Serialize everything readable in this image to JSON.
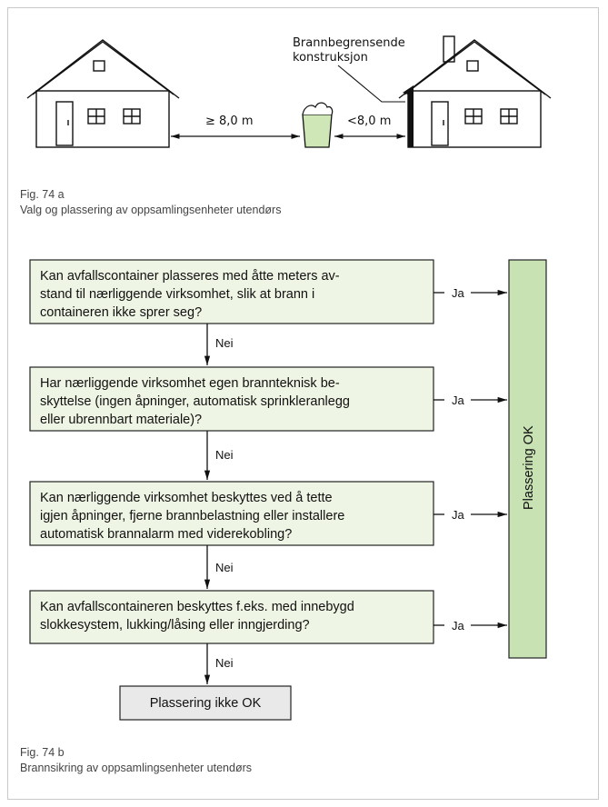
{
  "fig_a": {
    "label": "Brannbegrensende",
    "label2": "konstruksjon",
    "dist_left": "≥ 8,0  m",
    "dist_right": "<8,0  m",
    "caption_num": "Fig. 74 a",
    "caption_text": "Valg og plassering av oppsamlingsenheter utendørs"
  },
  "flow": {
    "q1": [
      "Kan avfallscontainer plasseres med åtte meters av-",
      "stand til nærliggende virksomhet, slik at brann i",
      "containeren ikke sprer seg?"
    ],
    "q2": [
      "Har nærliggende virksomhet egen brannteknisk be-",
      "skyttelse (ingen åpninger, automatisk sprinkleranlegg",
      "eller ubrennbart materiale)?"
    ],
    "q3": [
      "Kan nærliggende virksomhet beskyttes ved å tette",
      "igjen åpninger, fjerne brannbelastning eller installere",
      "automatisk brannalarm med viderekobling?"
    ],
    "q4": [
      "Kan avfallscontaineren beskyttes f.eks. med innebygd",
      "slokkesystem, lukking/låsing eller inngjerding?"
    ],
    "yes": "Ja",
    "no": "Nei",
    "ok": "Plassering OK",
    "not_ok": "Plassering ikke OK",
    "caption_num": "Fig. 74 b",
    "caption_text": "Brannsikring av oppsamlingsenheter utendørs"
  },
  "colors": {
    "box_fill": "#eef5e4",
    "ok_fill": "#c8e2b4",
    "notok_fill": "#e9e9e9"
  }
}
